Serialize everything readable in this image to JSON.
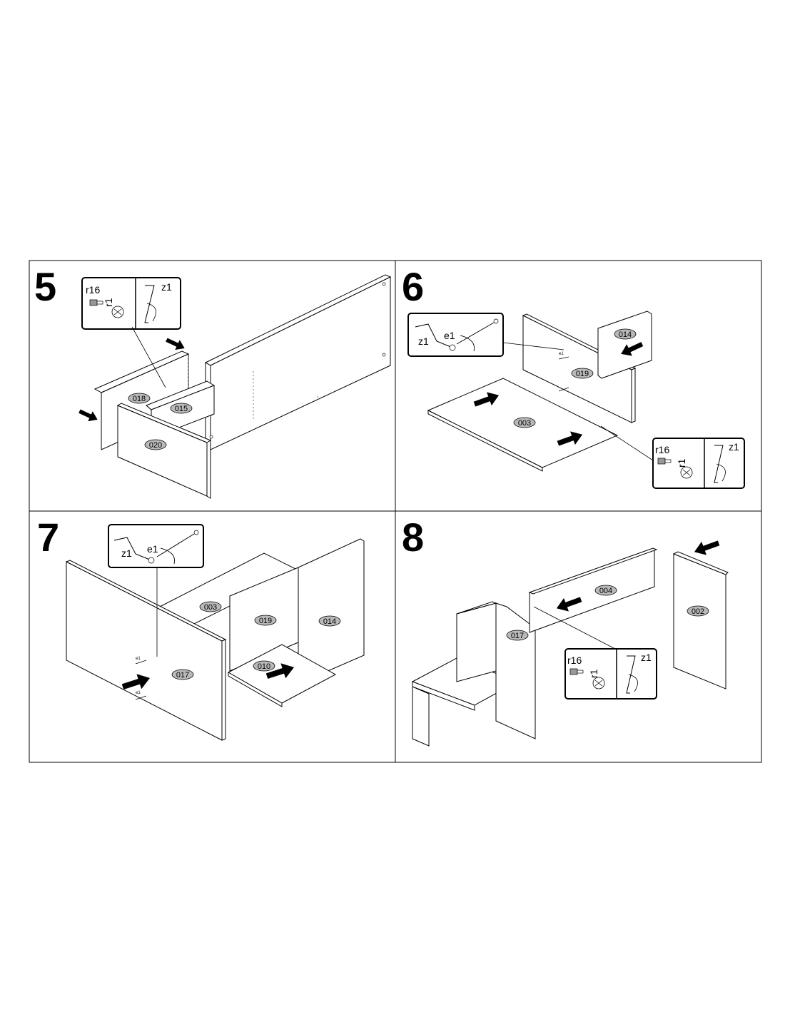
{
  "steps": [
    {
      "number": "5",
      "parts": [
        "018",
        "015",
        "020"
      ],
      "hardware": {
        "cam_bolt": "r16",
        "cam_lock": "r1",
        "tool": "z1"
      }
    },
    {
      "number": "6",
      "parts": [
        "014",
        "019",
        "003"
      ],
      "hardware": {
        "dowel_tool": "z1",
        "dowel": "e1",
        "cam_bolt": "r16",
        "cam_lock": "r1",
        "tool": "z1"
      },
      "small_labels": [
        "e1"
      ]
    },
    {
      "number": "7",
      "parts": [
        "003",
        "019",
        "014",
        "017",
        "010"
      ],
      "hardware": {
        "dowel_tool": "z1",
        "dowel": "e1"
      },
      "small_labels": [
        "e1",
        "e1"
      ]
    },
    {
      "number": "8",
      "parts": [
        "004",
        "002",
        "017"
      ],
      "hardware": {
        "cam_bolt": "r16",
        "cam_lock": "r1",
        "tool": "z1"
      }
    }
  ],
  "colors": {
    "line": "#000000",
    "part_badge": "#b9b9b9",
    "background": "#ffffff"
  },
  "icons": [
    "right-arrow-icon",
    "left-arrow-icon",
    "cam-bolt-icon",
    "cam-lock-icon",
    "allen-key-icon",
    "screwdriver-icon",
    "dowel-icon"
  ]
}
